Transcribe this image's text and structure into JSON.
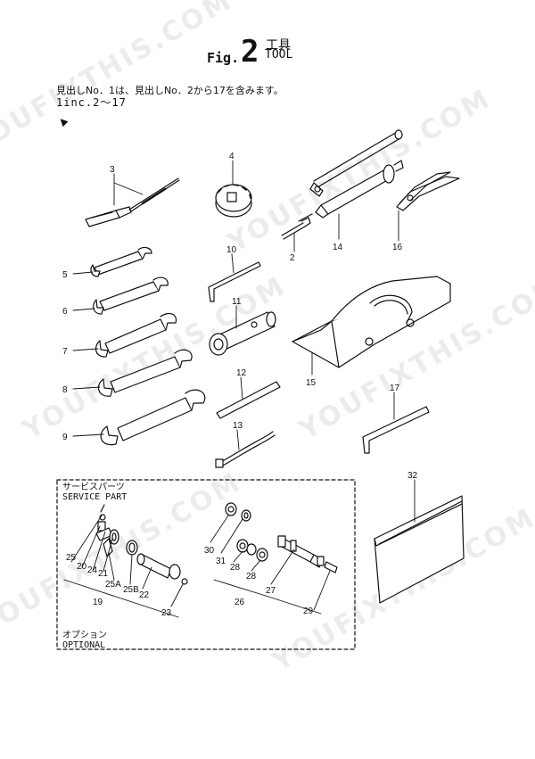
{
  "figure": {
    "label": "Fig.",
    "number": "2",
    "title_jp": "工具",
    "title_en": "TOOL"
  },
  "note": {
    "jp": "見出しNo．1は、見出しNo．2から17を含みます。",
    "en": "1inc.2～17",
    "arrow": "▲"
  },
  "service_box": {
    "label_jp": "サービスパーツ",
    "label_en": "SERVICE PART",
    "optional_jp": "オプション",
    "optional_en": "OPTIONAL"
  },
  "part_numbers": {
    "screwdriver": "3",
    "grease_nipple": "2",
    "socket_wheel": "4",
    "grease_gun": "14",
    "pliers": "16",
    "spanner_5": "5",
    "spanner_6": "6",
    "spanner_7": "7",
    "spanner_8": "8",
    "spanner_9": "9",
    "hex_key_10": "10",
    "box_wrench": "11",
    "bar": "12",
    "hose": "13",
    "tool_bag": "15",
    "hex_key_17": "17",
    "bag_32": "32",
    "p25": "25",
    "p20": "20",
    "p24": "24",
    "p21": "21",
    "p25A": "25A",
    "p25B": "25B",
    "p19": "19",
    "p22": "22",
    "p23": "23",
    "p30": "30",
    "p31": "31",
    "p28a": "28",
    "p28b": "28",
    "p27": "27",
    "p26": "26",
    "p29": "29"
  },
  "watermark": "YOUFIXTHIS.COM"
}
